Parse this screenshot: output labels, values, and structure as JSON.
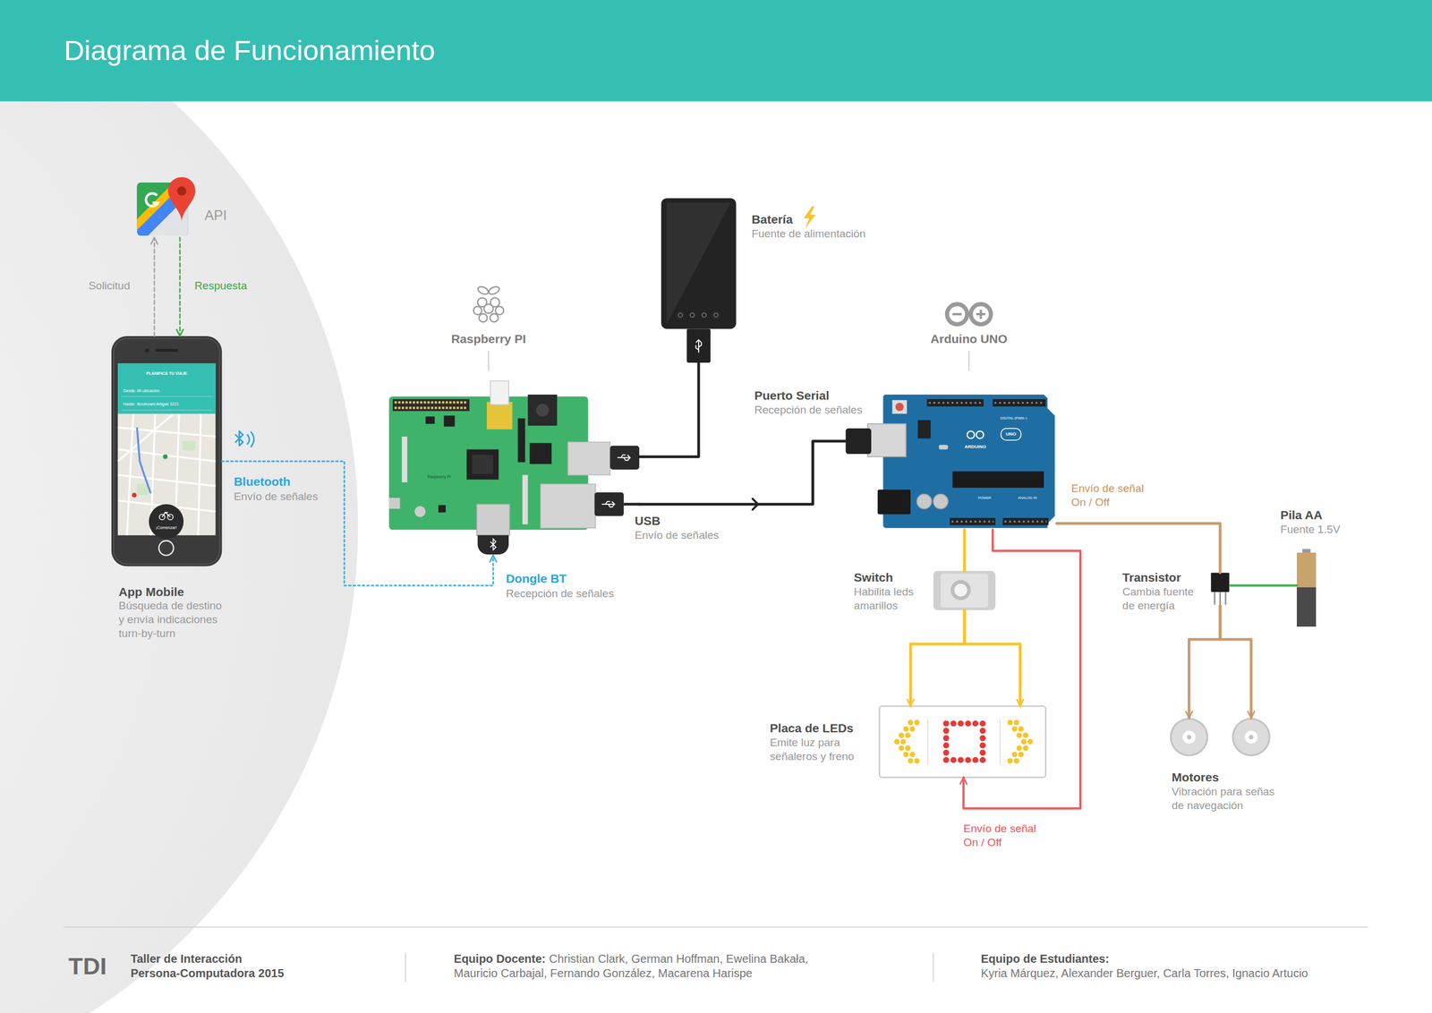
{
  "diagram": {
    "title": "Diagrama de Funcionamiento",
    "nodes": [
      {
        "text": [
          "API"
        ]
      },
      {
        "text": [
          "App Mobile",
          "Búsqueda de destino y envía indicaciones turn-by-turn"
        ]
      },
      {
        "text": [
          "Raspberry PI"
        ]
      },
      {
        "text": [
          "Dongle BT",
          "Recepción de señales"
        ]
      },
      {
        "text": [
          "Batería",
          "Fuente de alimentación"
        ]
      },
      {
        "text": [
          "Arduino UNO"
        ]
      },
      {
        "text": [
          "Switch",
          "Habilita leds amarillos"
        ]
      },
      {
        "text": [
          "Placa de LEDs",
          "Emite luz para señaleros y freno"
        ]
      },
      {
        "text": [
          "Transistor",
          "Cambia fuente de energía"
        ]
      },
      {
        "text": [
          "Pila AA",
          "Fuente 1.5V"
        ]
      },
      {
        "text": [
          "Motores",
          "Vibración para señas de navegación"
        ]
      }
    ],
    "edges": [
      {
        "from": 1,
        "to": 0,
        "arrow": "to",
        "label": "Solicitud"
      },
      {
        "from": 0,
        "to": 1,
        "arrow": "to",
        "label": "Respuesta"
      },
      {
        "from": 1,
        "to": 3,
        "arrow": "to",
        "label": "Bluetooth"
      },
      {
        "from": 4,
        "to": 2,
        "arrow": "none"
      },
      {
        "from": 2,
        "to": 5,
        "arrow": "to",
        "label": "USB"
      },
      {
        "from": 5,
        "to": 6,
        "arrow": "none"
      },
      {
        "from": 6,
        "to": 7,
        "arrow": "to"
      },
      {
        "from": 5,
        "to": 7,
        "arrow": "to",
        "label": "Envío de señal On / Off"
      },
      {
        "from": 5,
        "to": 8,
        "arrow": "none",
        "label": "Envío de señal On / Off"
      },
      {
        "from": 9,
        "to": 8,
        "arrow": "none"
      },
      {
        "from": 8,
        "to": 10,
        "arrow": "to"
      }
    ],
    "labels": [
      "Envío de señales",
      "Puerto Serial",
      "Recepción de señales",
      "Envío de señales",
      "PLANIFICÁ TU VIAJE",
      "Desde:",
      "Mi ubicación",
      "Hasta:",
      "Boulevard Artigas 3221",
      "¡Comenzar!",
      "Raspberry Pi",
      "ARDUINO",
      "UNO",
      "DIGITAL (PWM~)",
      "POWER",
      "ANALOG IN",
      "TDI",
      "Taller de Interacción Persona-Computadora 2015",
      "Equipo Docente:",
      "Christian Clark, German Hoffman, Ewelina Bakała, Mauricio Carbajal, Fernando González, Macarena Harispe",
      "Equipo de Estudiantes:",
      "Kyria Márquez, Alexander Berguer, Carla Torres, Ignacio Artucio"
    ]
  }
}
